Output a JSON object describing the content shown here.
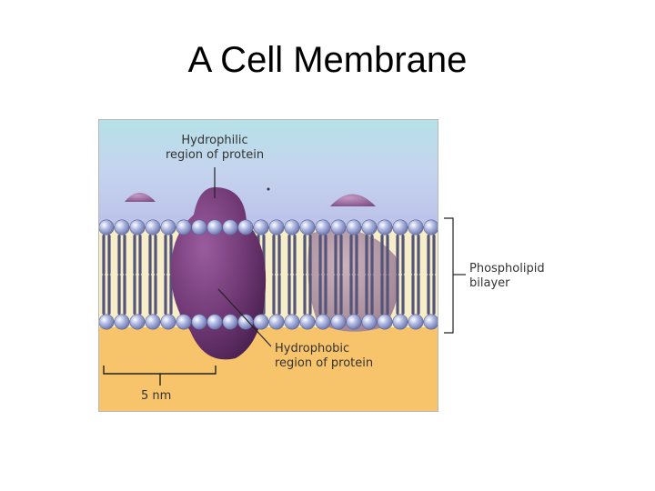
{
  "title": "A Cell Membrane",
  "diagram": {
    "labels": {
      "hydrophilic": "Hydrophilic\nregion of protein",
      "hydrophobic": "Hydrophobic\nregion of protein",
      "bilayer": "Phospholipid\nbilayer",
      "scale": "5 nm"
    },
    "colors": {
      "water_top": "#c9dcef",
      "bilayer_band": "#f6eec8",
      "cytoplasm": "#f6c86f",
      "phospholipid_head": "#9aa6d6",
      "fatty_acid_tail": "#55557a",
      "protein_dark": "#7a3f7f",
      "protein_light": "#b79aa9"
    },
    "icons": [
      "phospholipid-head-icon",
      "transmembrane-protein-icon",
      "peripheral-protein-icon"
    ]
  }
}
